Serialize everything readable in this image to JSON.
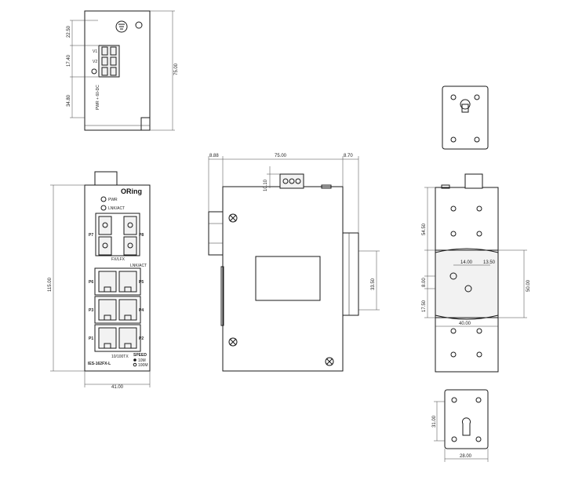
{
  "top_view": {
    "dims": {
      "a": "22.50",
      "b": "17.40",
      "c": "34.80",
      "height": "75.00"
    },
    "terminal_labels": [
      "V1",
      "V2"
    ],
    "side_text": "PWR + 60-DC"
  },
  "front_view": {
    "brand": "ORing",
    "led_pwr": "PWR",
    "led_link": "LNK/ACT",
    "fiber_ports": {
      "left": "P7",
      "right": "P8"
    },
    "fiber_sub_label": "FX/LFX",
    "eth_header": "LNK/ACT",
    "eth_ports": [
      "P6",
      "P5",
      "P3",
      "P4",
      "P1",
      "P2"
    ],
    "speed_sub_label": "10/100TX",
    "speed_label": "SPEED",
    "speed_10": "10M",
    "speed_100": "100M",
    "model": "IES-162FX-L",
    "dims": {
      "height": "115.00",
      "width": "41.00"
    }
  },
  "side_view": {
    "dims": {
      "left": "8.88",
      "width": "75.00",
      "right": "8.70",
      "terminal": "10.10",
      "clip": "33.50"
    }
  },
  "rear_view": {
    "dims": {
      "top": "54.50",
      "hole_left": "14.00",
      "hole_right": "13.50",
      "spacing": "8.00",
      "bottom": "17.50",
      "rail_width": "40.00",
      "rail_height": "50.00"
    }
  },
  "wall_plate": {
    "dims": {
      "height": "31.00",
      "width": "28.00"
    }
  }
}
